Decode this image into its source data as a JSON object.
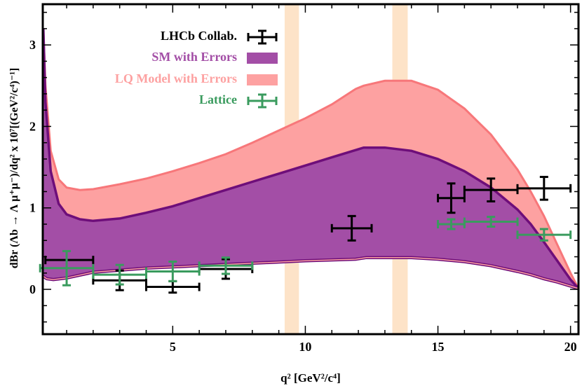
{
  "chart_data": {
    "type": "area",
    "title": "",
    "xlabel": "q² [GeV²/c⁴]",
    "ylabel": "dBr (Λb → Λ μ⁺μ⁻)/dq² x 10⁷[(GeV²/c⁴)⁻¹]",
    "xlim": [
      0.1,
      20.3
    ],
    "ylim": [
      -0.55,
      3.5
    ],
    "x_ticks": [
      5,
      10,
      15,
      20
    ],
    "y_ticks": [
      0,
      1,
      2,
      3
    ],
    "grid": false,
    "legend_position": "top-center",
    "colors": {
      "lhcb": "#000000",
      "sm": "#a34ea6",
      "sm_edge": "#6e0e7a",
      "lq": "#fda1a1",
      "lq_edge": "#f7777a",
      "lattice": "#3a9b5e",
      "veto": "#fde3c8"
    },
    "veto_bands": [
      [
        9.22,
        9.76
      ],
      [
        13.28,
        13.86
      ]
    ],
    "legend": [
      {
        "key": "lhcb",
        "label": "LHCb Collab.",
        "kind": "errorbar"
      },
      {
        "key": "sm",
        "label": "SM with Errors",
        "kind": "band"
      },
      {
        "key": "lq",
        "label": "LQ Model with Errors",
        "kind": "band"
      },
      {
        "key": "lattice",
        "label": "Lattice",
        "kind": "errorbar"
      }
    ],
    "bands": {
      "lower": {
        "x": [
          0.12,
          0.25,
          0.5,
          1,
          2,
          4,
          6,
          8,
          10,
          11.9,
          12.3,
          14,
          15,
          16,
          17,
          18,
          18.5,
          19,
          19.5,
          20,
          20.3
        ],
        "y": [
          0.16,
          0.13,
          0.12,
          0.14,
          0.21,
          0.26,
          0.29,
          0.32,
          0.35,
          0.37,
          0.39,
          0.39,
          0.37,
          0.34,
          0.29,
          0.22,
          0.18,
          0.13,
          0.09,
          0.04,
          0.01
        ]
      },
      "sm_upper": {
        "x": [
          0.12,
          0.2,
          0.4,
          0.7,
          1,
          1.5,
          2,
          3,
          4,
          5,
          6,
          7,
          8,
          9,
          10,
          11,
          11.9,
          12.2,
          13,
          14,
          15,
          16,
          17,
          18,
          18.5,
          19,
          19.5,
          20,
          20.3
        ],
        "y": [
          3.2,
          2.3,
          1.45,
          1.05,
          0.92,
          0.86,
          0.84,
          0.87,
          0.94,
          1.02,
          1.12,
          1.22,
          1.32,
          1.42,
          1.52,
          1.62,
          1.71,
          1.74,
          1.74,
          1.7,
          1.6,
          1.45,
          1.25,
          0.98,
          0.8,
          0.58,
          0.35,
          0.12,
          0.01
        ]
      },
      "lq_upper": {
        "x": [
          0.12,
          0.2,
          0.4,
          0.7,
          1,
          1.5,
          2,
          3,
          4,
          5,
          6,
          7,
          8,
          9,
          10,
          11,
          11.9,
          12.2,
          13,
          14,
          15,
          16,
          17,
          18,
          18.5,
          19,
          19.5,
          20,
          20.3
        ],
        "y": [
          3.2,
          2.5,
          1.7,
          1.35,
          1.25,
          1.22,
          1.23,
          1.29,
          1.36,
          1.45,
          1.55,
          1.66,
          1.8,
          1.95,
          2.1,
          2.27,
          2.46,
          2.5,
          2.56,
          2.56,
          2.45,
          2.22,
          1.9,
          1.47,
          1.2,
          0.9,
          0.55,
          0.2,
          0.01
        ]
      }
    },
    "lhcb": [
      {
        "x": 1.1,
        "xerr": 0.9,
        "y": 0.36,
        "yerr": 0.0
      },
      {
        "x": 3.0,
        "xerr": 1.0,
        "y": 0.11,
        "yerr": 0.12
      },
      {
        "x": 5.0,
        "xerr": 1.0,
        "y": 0.03,
        "yerr": 0.07
      },
      {
        "x": 7.0,
        "xerr": 1.0,
        "y": 0.25,
        "yerr": 0.12
      },
      {
        "x": 11.75,
        "xerr": 0.75,
        "y": 0.75,
        "yerr": 0.15
      },
      {
        "x": 15.5,
        "xerr": 0.5,
        "y": 1.12,
        "yerr": 0.18
      },
      {
        "x": 17.0,
        "xerr": 1.0,
        "y": 1.22,
        "yerr": 0.14
      },
      {
        "x": 19.0,
        "xerr": 1.0,
        "y": 1.24,
        "yerr": 0.14
      }
    ],
    "lattice": [
      {
        "x": 1.0,
        "xerr": 1.0,
        "y": 0.26,
        "yerr": 0.21
      },
      {
        "x": 3.0,
        "xerr": 1.0,
        "y": 0.18,
        "yerr": 0.12
      },
      {
        "x": 5.0,
        "xerr": 1.0,
        "y": 0.22,
        "yerr": 0.12
      },
      {
        "x": 7.0,
        "xerr": 1.0,
        "y": 0.29,
        "yerr": 0.1
      },
      {
        "x": 15.5,
        "xerr": 0.5,
        "y": 0.8,
        "yerr": 0.06
      },
      {
        "x": 17.0,
        "xerr": 1.0,
        "y": 0.83,
        "yerr": 0.06
      },
      {
        "x": 19.0,
        "xerr": 1.0,
        "y": 0.67,
        "yerr": 0.07
      }
    ]
  }
}
